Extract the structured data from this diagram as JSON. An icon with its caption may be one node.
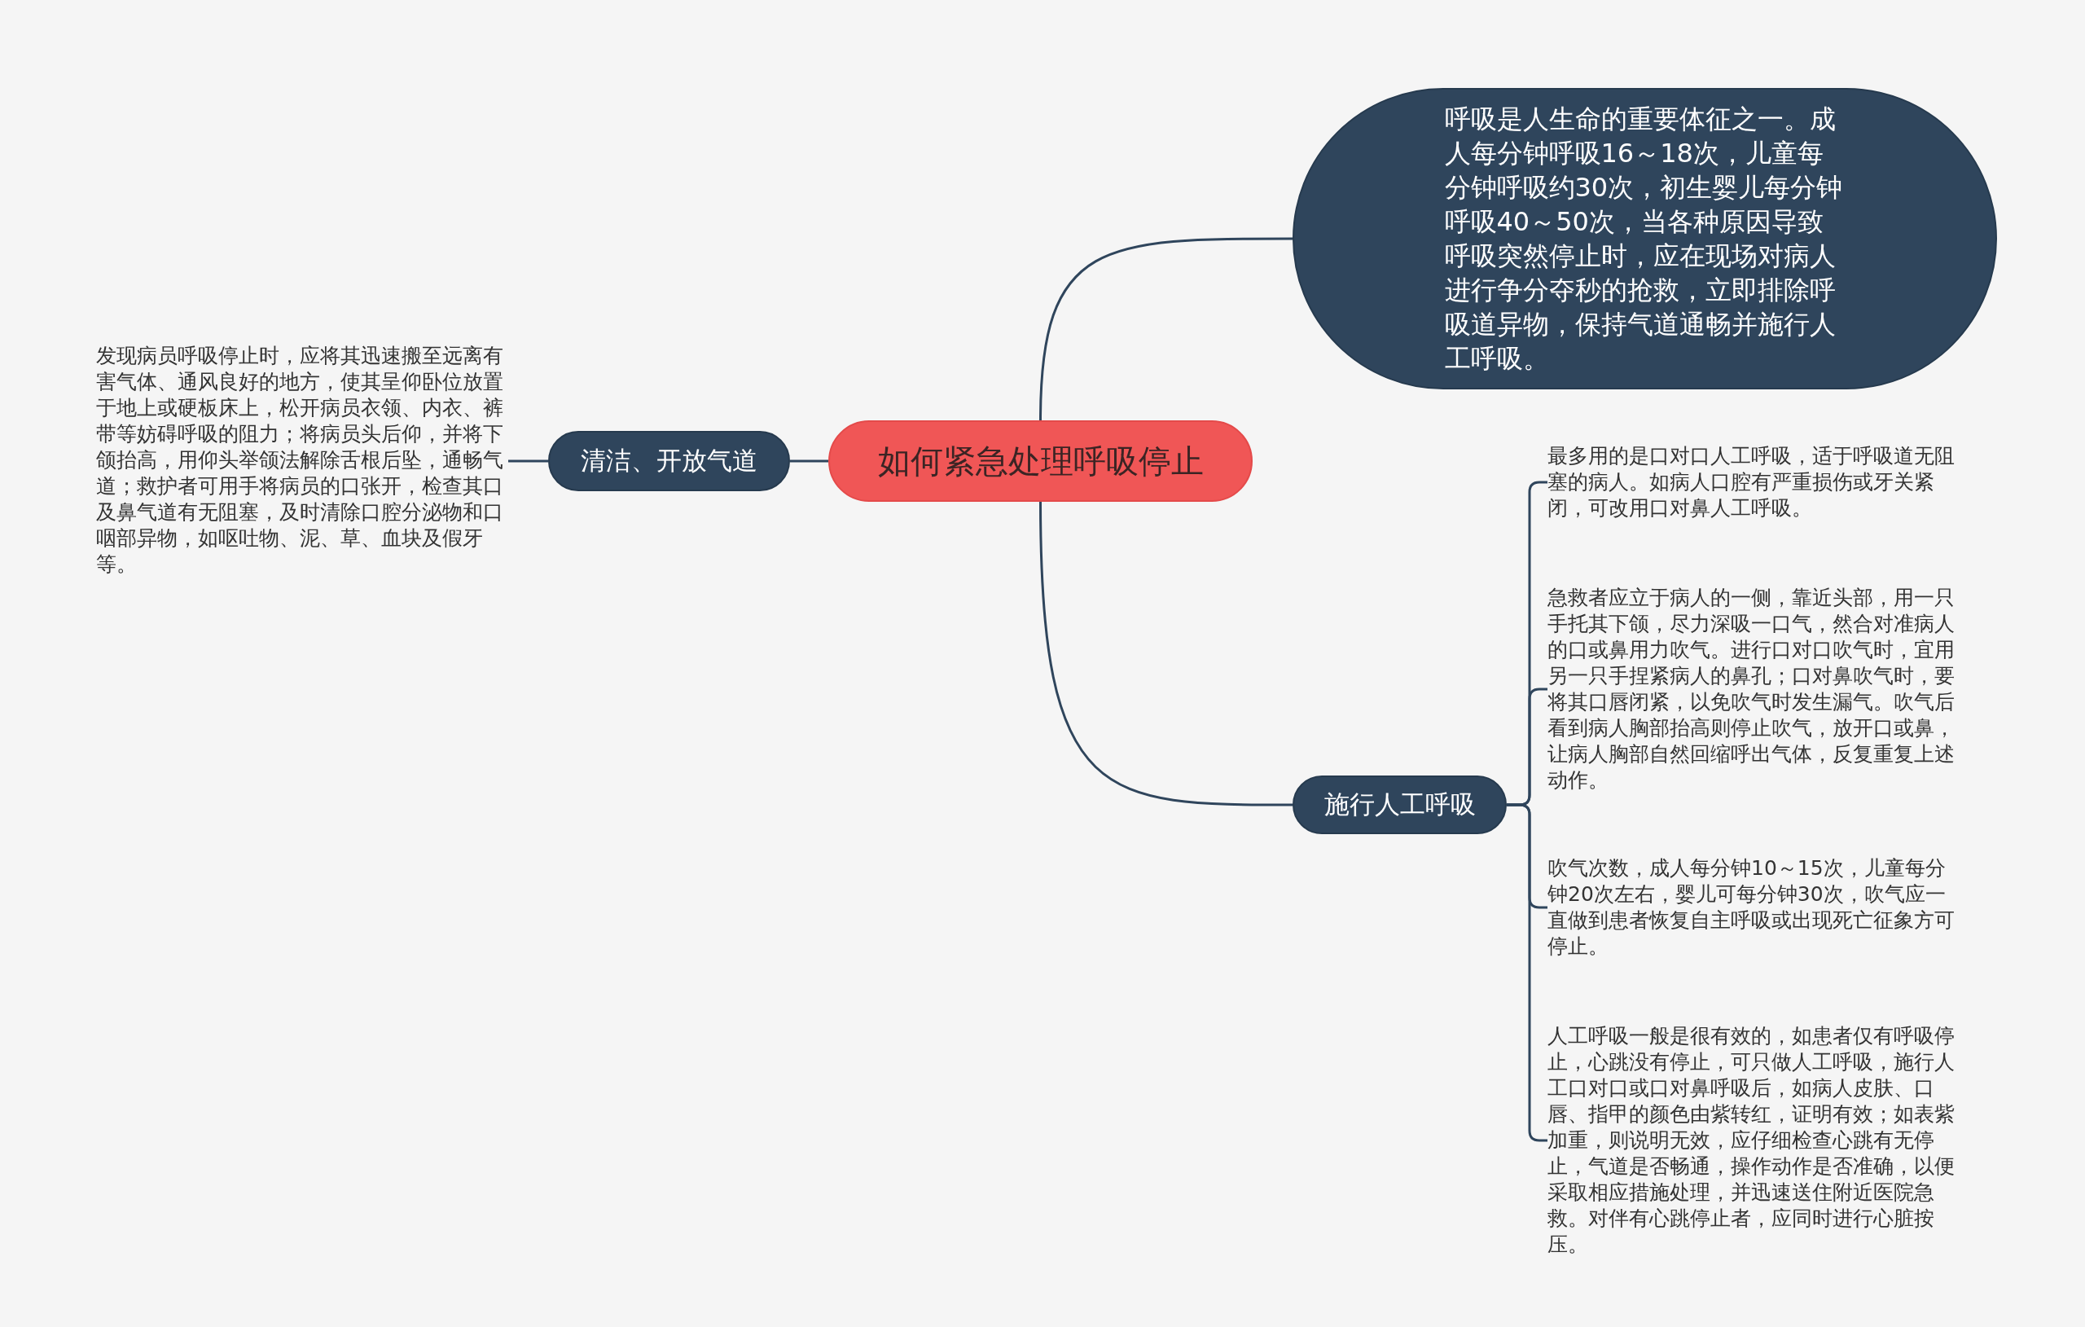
{
  "diagram": {
    "nodes": [
      {
        "text": [
          "如何紧急处理呼吸停止"
        ]
      },
      {
        "text": [
          "呼吸是人生命的重要体征之一。成人每分钟呼吸16～18次，儿童每分钟呼吸约30次，初生婴儿每分钟呼吸40～50次，当各种原因导致呼吸突然停止时，应在现场对病人进行争分夺秒的抢救，立即排除呼吸道异物，保持气道通畅并施行人工呼吸。"
        ]
      },
      {
        "text": [
          "清洁、开放气道"
        ]
      },
      {
        "text": [
          "发现病员呼吸停止时，应将其迅速搬至远离有害气体、通风良好的地方，使其呈仰卧位放置于地上或硬板床上，松开病员衣领、内衣、裤带等妨碍呼吸的阻力；将病员头后仰，并将下颌抬高，用仰头举颌法解除舌根后坠，通畅气道；救护者可用手将病员的口张开，检查其口及鼻气道有无阻塞，及时清除口腔分泌物和口咽部异物，如呕吐物、泥、草、血块及假牙等。"
        ]
      },
      {
        "text": [
          "施行人工呼吸"
        ]
      },
      {
        "text": [
          "最多用的是口对口人工呼吸，适于呼吸道无阻塞的病人。如病人口腔有严重损伤或牙关紧闭，可改用口对鼻人工呼吸。"
        ]
      },
      {
        "text": [
          "急救者应立于病人的一侧，靠近头部，用一只手托其下颌，尽力深吸一口气，然合对准病人的口或鼻用力吹气。进行口对口吹气时，宜用另一只手捏紧病人的鼻孔；口对鼻吹气时，要将其口唇闭紧，以免吹气时发生漏气。吹气后看到病人胸部抬高则停止吹气，放开口或鼻，让病人胸部自然回缩呼出气体，反复重复上述动作。"
        ]
      },
      {
        "text": [
          "吹气次数，成人每分钟10～15次，儿童每分钟20次左右，婴儿可每分钟30次，吹气应一直做到患者恢复自主呼吸或出现死亡征象方可停止。"
        ]
      },
      {
        "text": [
          "人工呼吸一般是很有效的，如患者仅有呼吸停止，心跳没有停止，可只做人工呼吸，施行人工口对口或口对鼻呼吸后，如病人皮肤、口唇、指甲的颜色由紫转红，证明有效；如表紫加重，则说明无效，应仔细检查心跳有无停止，气道是否畅通，操作动作是否准确，以便采取相应措施处理，并迅速送住附近医院急救。对伴有心跳停止者，应同时进行心脏按压。"
        ]
      }
    ],
    "edges": [
      {
        "from": 0,
        "to": 1,
        "arrow": "none"
      },
      {
        "from": 0,
        "to": 2,
        "arrow": "none"
      },
      {
        "from": 2,
        "to": 3,
        "arrow": "none"
      },
      {
        "from": 0,
        "to": 4,
        "arrow": "none"
      },
      {
        "from": 4,
        "to": 5,
        "arrow": "none"
      },
      {
        "from": 4,
        "to": 6,
        "arrow": "none"
      },
      {
        "from": 4,
        "to": 7,
        "arrow": "none"
      },
      {
        "from": 4,
        "to": 8,
        "arrow": "none"
      }
    ]
  }
}
